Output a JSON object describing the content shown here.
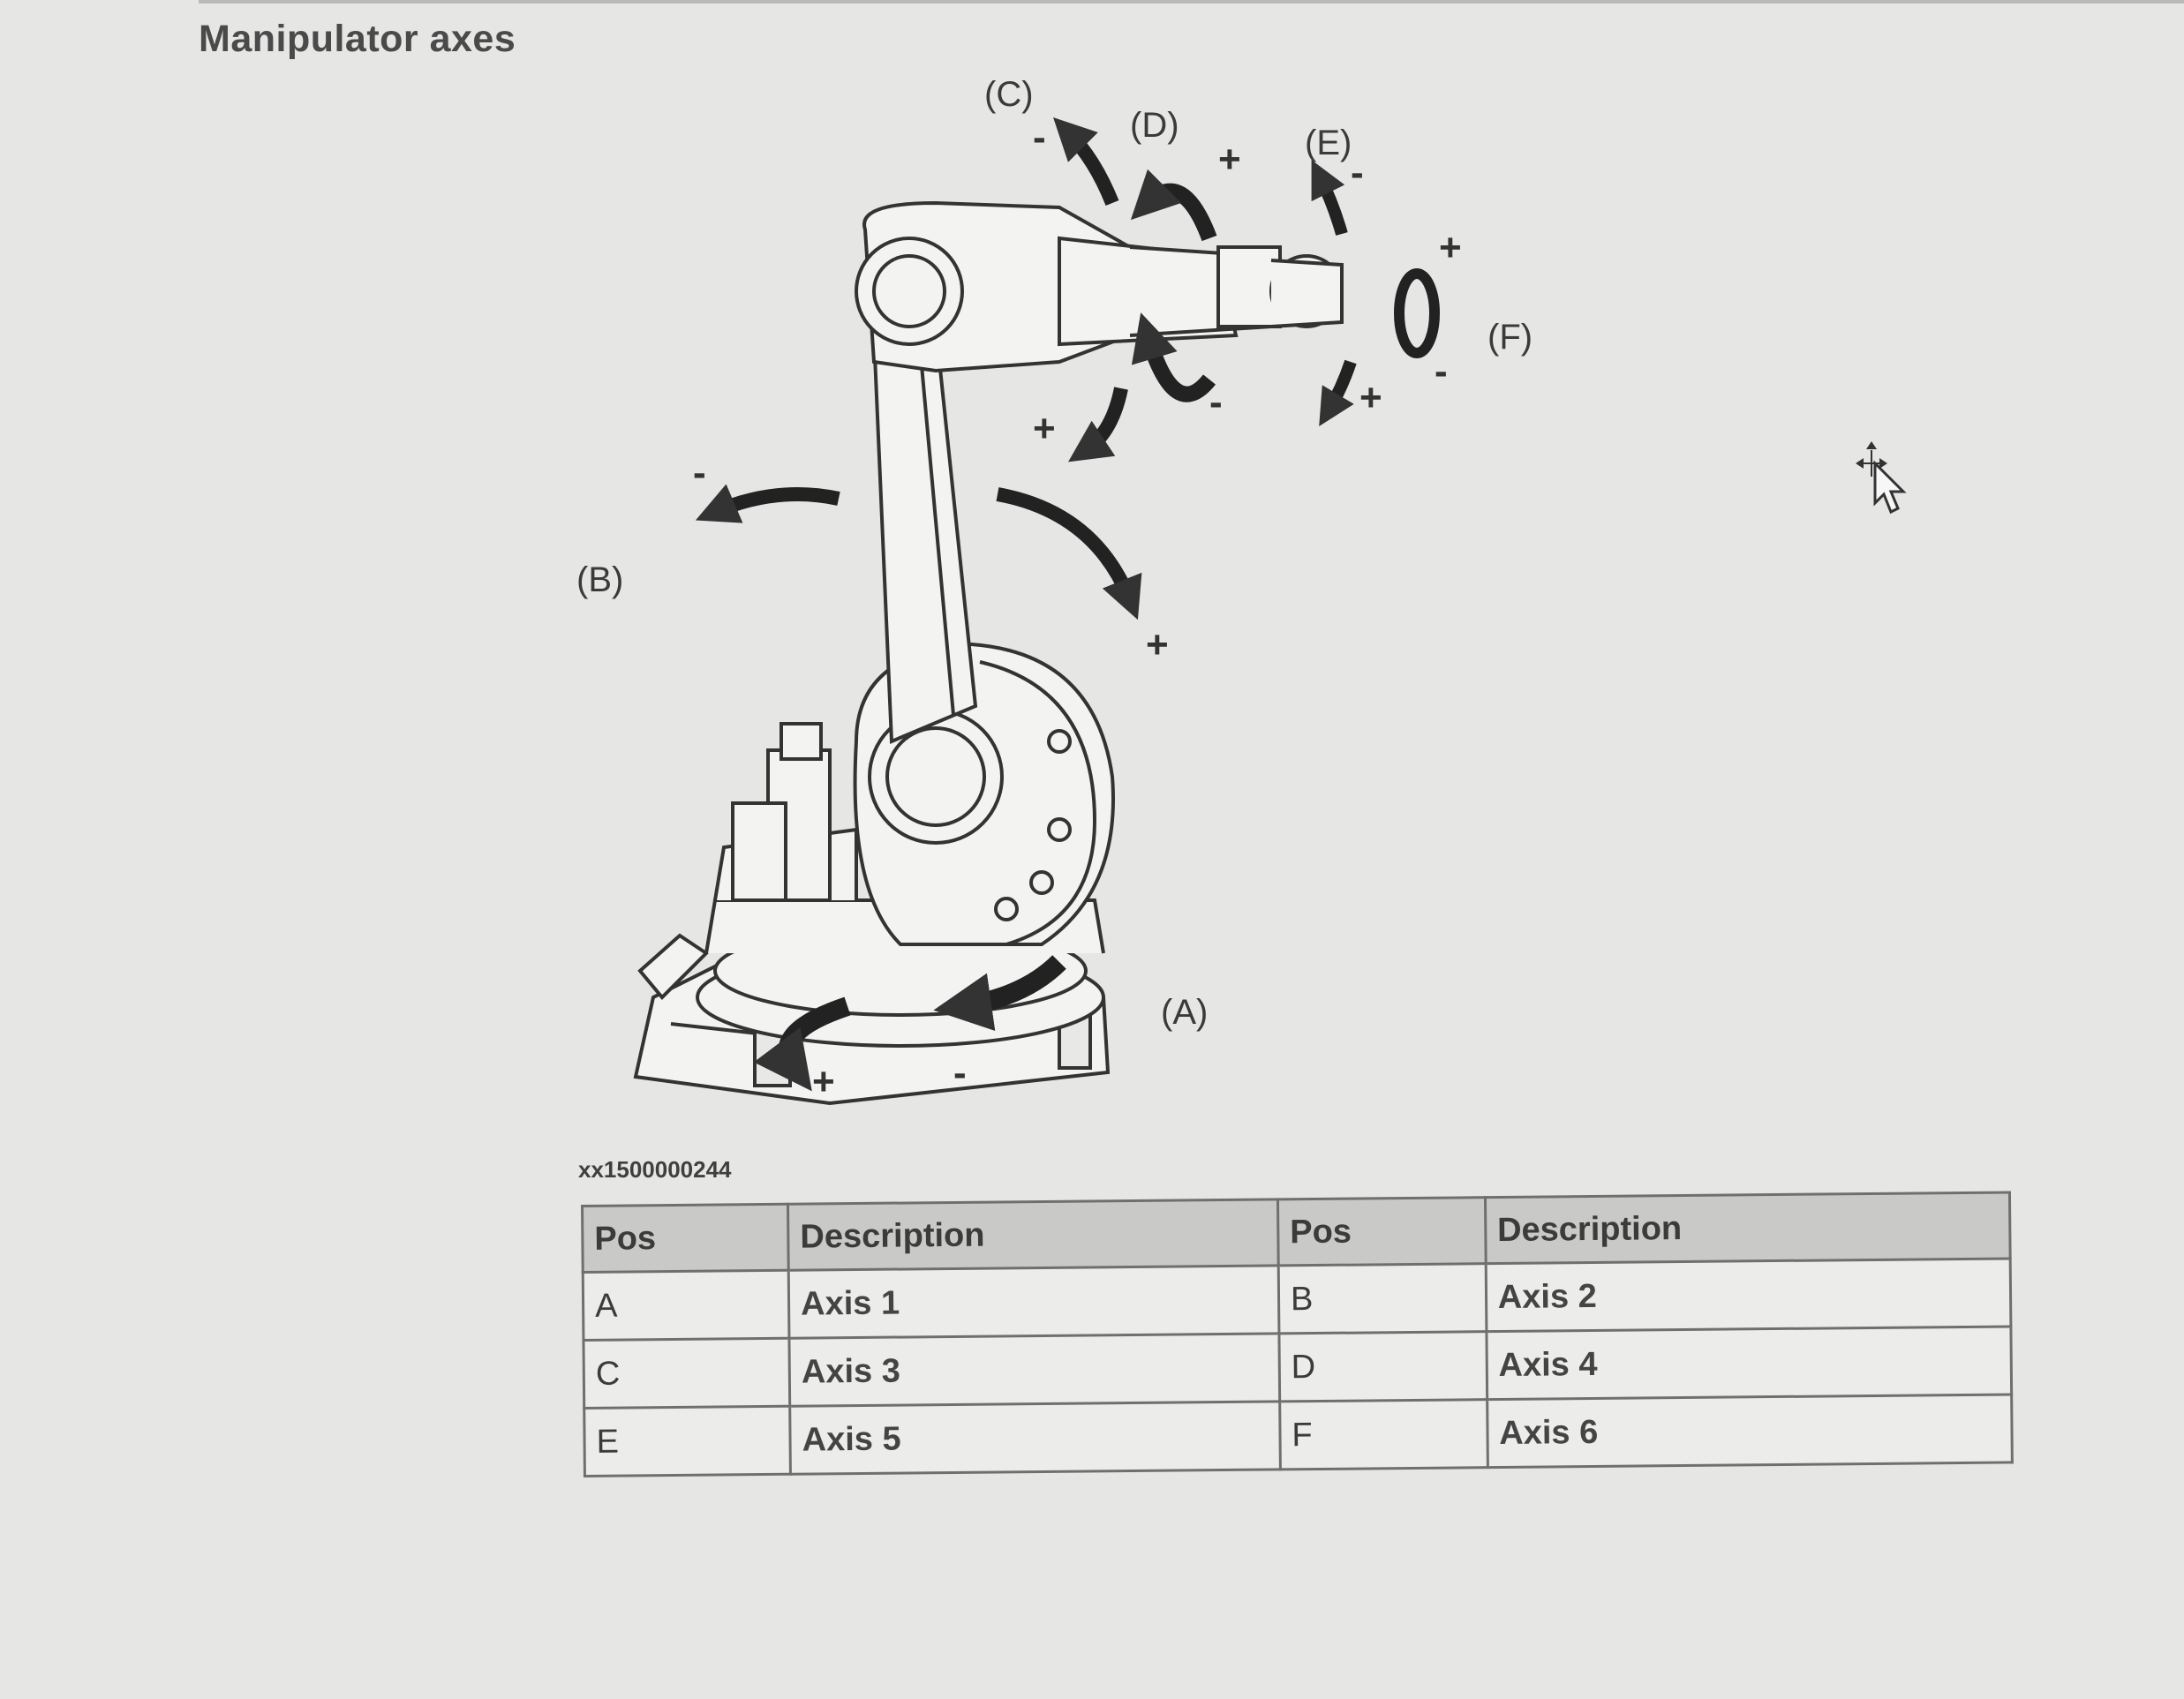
{
  "section": {
    "title": "Manipulator axes"
  },
  "figure": {
    "id": "xx1500000244",
    "labels": {
      "A": "(A)",
      "B": "(B)",
      "C": "(C)",
      "D": "(D)",
      "E": "(E)",
      "F": "(F)"
    },
    "signs": {
      "plus": "+",
      "minus": "-"
    }
  },
  "table": {
    "headers": [
      "Pos",
      "Description",
      "Pos",
      "Description"
    ],
    "rows": [
      [
        "A",
        "Axis 1",
        "B",
        "Axis 2"
      ],
      [
        "C",
        "Axis 3",
        "D",
        "Axis 4"
      ],
      [
        "E",
        "Axis 5",
        "F",
        "Axis 6"
      ]
    ]
  }
}
